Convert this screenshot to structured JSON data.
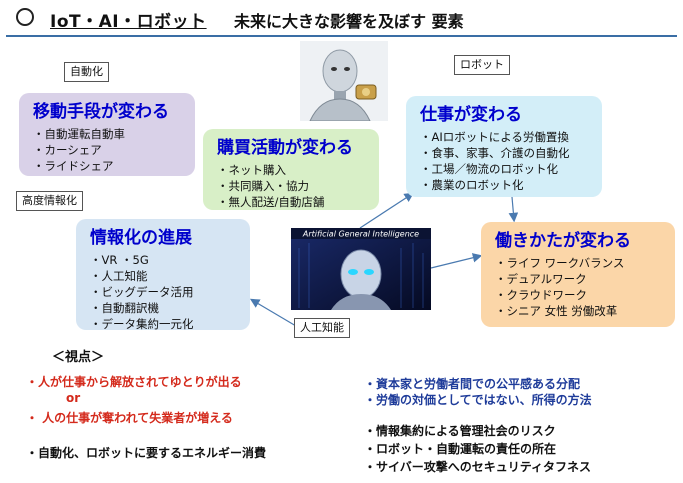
{
  "header": {
    "title": "IoT・AI・ロボット",
    "subtitle": "未来に大きな影響を及ぼす 要素"
  },
  "boxes": {
    "move": {
      "title": "移動手段が変わる",
      "items": [
        "自動運転自動車",
        "カーシェア",
        "ライドシェア"
      ]
    },
    "shopping": {
      "title": "購買活動が変わる",
      "items": [
        "ネット購入",
        "共同購入・協力",
        "無人配送/自動店舗"
      ]
    },
    "work": {
      "title": "仕事が変わる",
      "items": [
        "AIロボットによる労働置換",
        "食事、家事、介護の自動化",
        "工場／物流のロボット化",
        "農業のロボット化"
      ]
    },
    "info": {
      "title": "情報化の進展",
      "items": [
        "VR ・5G",
        "人工知能",
        "ビッグデータ活用",
        "自動翻訳機",
        "データ集約一元化"
      ]
    },
    "workstyle": {
      "title": "働きかたが変わる",
      "items": [
        "ライフ ワークバランス",
        "デュアルワーク",
        "クラウドワーク",
        "シニア 女性 労働改革"
      ]
    }
  },
  "tags": {
    "automation": "自動化",
    "robot": "ロボット",
    "advanced_info": "高度情報化",
    "ai": "人工知能"
  },
  "images": {
    "agi_banner": "Artificial General Intelligence"
  },
  "viewpoint": {
    "heading": "＜視点＞",
    "red_1": "・人が仕事から解放されてゆとりが出る",
    "or": "or",
    "red_2": "・ 人の仕事が奪われて失業者が増える",
    "energy": "・自動化、ロボットに要するエネルギー消費",
    "blue_1": "・資本家と労働者間での公平感ある分配",
    "blue_2": "・労働の対価としてではない、所得の方法",
    "black_1": "・情報集約による管理社会のリスク",
    "black_2": "・ロボット・自動運転の責任の所在",
    "black_3": "・サイバー攻撃へのセキュリティタフネス"
  },
  "colors": {
    "box_title": "#0000cc",
    "red_text": "#d42a1c",
    "blue_text": "#1f3c9a",
    "arrow": "#4a7ab0"
  },
  "icons": [
    "robot-image",
    "agi-robot-image",
    "title-circle-icon"
  ]
}
